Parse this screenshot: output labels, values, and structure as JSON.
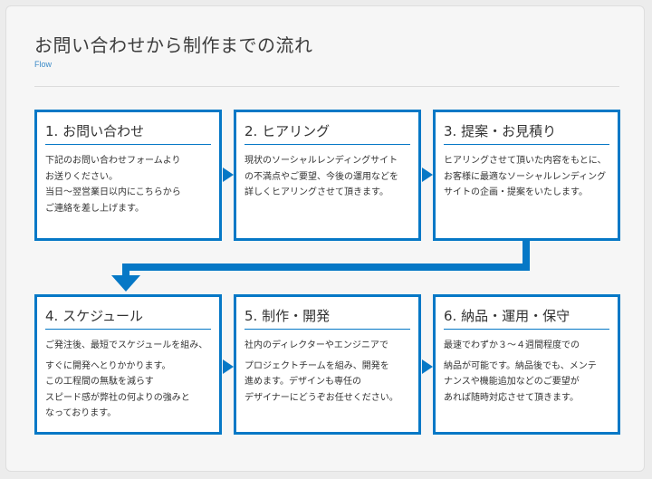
{
  "header": {
    "title": "お問い合わせから制作までの流れ",
    "subtitle": "Flow"
  },
  "steps": [
    {
      "title": "1. お問い合わせ",
      "lines": [
        "下記のお問い合わせフォームより",
        "お送りください。",
        "当日～翌営業日以内にこちらから",
        "ご連絡を差し上げます。"
      ]
    },
    {
      "title": "2. ヒアリング",
      "lines": [
        "現状のソーシャルレンディングサイト",
        "の不満点やご要望、今後の運用などを",
        "詳しくヒアリングさせて頂きます。"
      ]
    },
    {
      "title": "3. 提案・お見積り",
      "lines": [
        "ヒアリングさせて頂いた内容をもとに、",
        "お客様に最適なソーシャルレンディング",
        "サイトの企画・提案をいたします。"
      ]
    },
    {
      "title": "4. スケジュール",
      "lines": [
        "ご発注後、最短でスケジュールを組み、",
        "すぐに開発へとりかかります。",
        "この工程間の無駄を減らす",
        "スピード感が弊社の何よりの強みと",
        "なっております。"
      ]
    },
    {
      "title": "5. 制作・開発",
      "lines": [
        "社内のディレクターやエンジニアで",
        "プロジェクトチームを組み、開発を",
        "進めます。デザインも専任の",
        "デザイナーにどうぞお任せください。"
      ]
    },
    {
      "title": "6. 納品・運用・保守",
      "lines": [
        "最速でわずか３～４週間程度での",
        "納品が可能です。納品後でも、メンテ",
        "ナンスや機能追加などのご要望が",
        "あれば随時対応させて頂きます。"
      ]
    }
  ],
  "colors": {
    "accent": "#0678c6",
    "background": "#f6f6f6"
  }
}
